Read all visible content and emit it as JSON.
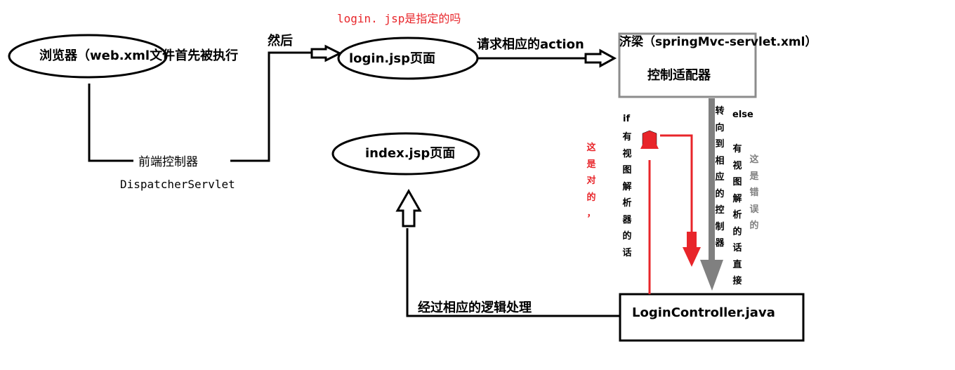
{
  "nodes": {
    "browser": "浏览器（web.xml文件首先被执行",
    "login_jsp": "login.jsp页面",
    "bridge_title": "济梁（springMvc-servlet.xml）",
    "bridge_sub": "控制适配器",
    "front_controller": "前端控制器",
    "dispatcher_servlet": "DispatcherServlet",
    "index_jsp": "index.jsp页面",
    "login_controller": "LoginController.java"
  },
  "edges": {
    "then": "然后",
    "request_action": "请求相应的action",
    "logic_processing": "经过相应的逻辑处理"
  },
  "annotations": {
    "question": "login. jsp是指定的吗",
    "if_label": "if",
    "if_vertical": [
      "有",
      "视",
      "图",
      "解",
      "析",
      "器",
      "的",
      "话"
    ],
    "forward_vertical": [
      "转",
      "向",
      "到",
      "相",
      "应",
      "的",
      "控",
      "制",
      "器"
    ],
    "else_label": "else",
    "else_vertical": [
      "有",
      "视",
      "图",
      "解",
      "析",
      "的",
      "话",
      "直",
      "接"
    ],
    "correct_vertical": [
      "这",
      "是",
      "对",
      "的",
      "，"
    ],
    "wrong_vertical": [
      "这",
      "是",
      "错",
      "误",
      "的"
    ]
  },
  "colors": {
    "black": "#000000",
    "red": "#e8252a",
    "gray": "#808080",
    "box_border": "#8c8c8c"
  }
}
